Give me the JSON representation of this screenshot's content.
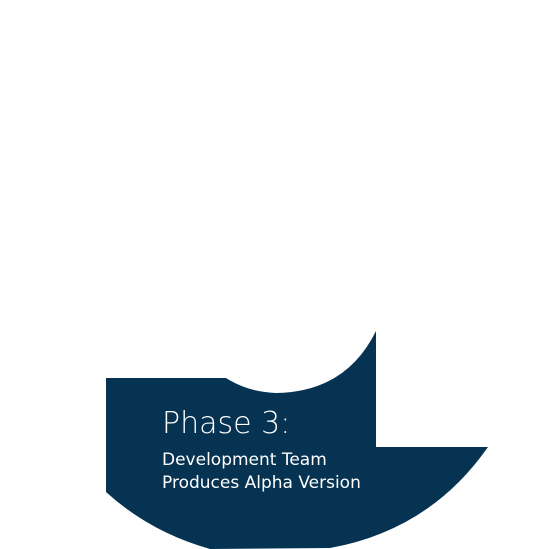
{
  "colors": {
    "segment_fill": "#063352",
    "background": "#ffffff",
    "text": "#ffffff"
  },
  "phase": {
    "title": "Phase 3:",
    "description_lines": [
      "Development Team",
      "Produces Alpha Version"
    ]
  }
}
